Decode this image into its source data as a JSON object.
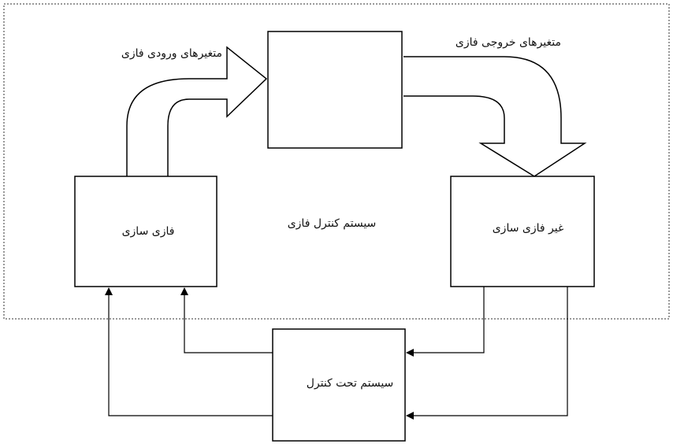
{
  "labels": {
    "fuzzification": "فازی سازی",
    "fuzzy_control_system": "سیستم کنترل فازی",
    "defuzzification": "غیر فازی سازی",
    "controlled_system": "سیستم تحت کنترل",
    "fuzzy_input_variables": "متغیرهای ورودی فازی",
    "fuzzy_output_variables": "متغیرهای خروجی فازی"
  }
}
